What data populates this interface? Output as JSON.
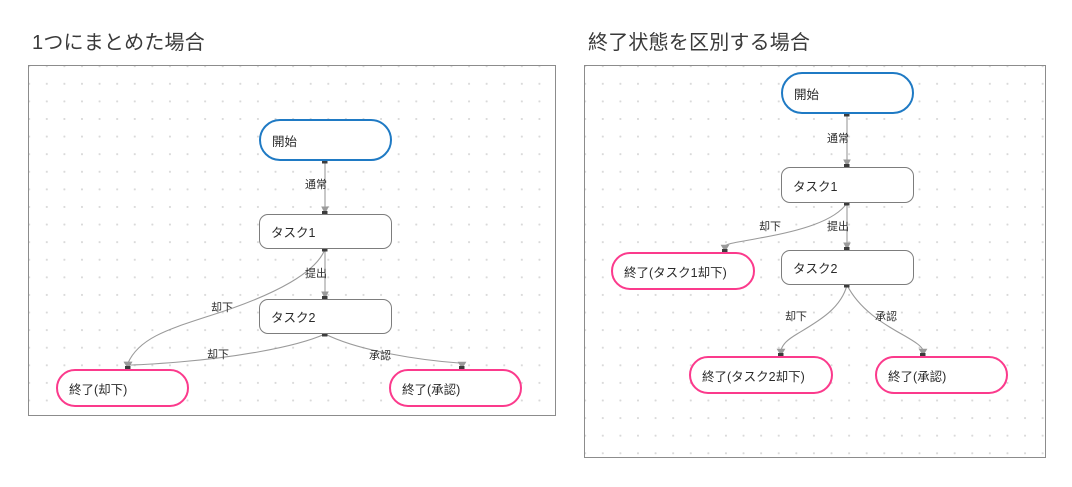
{
  "page": {
    "background": "#ffffff",
    "colors": {
      "start_border": "#1f7ac4",
      "task_border": "#7d7d7d",
      "end_border": "#fb3a8c",
      "edge_stroke": "#9a9a9a",
      "panel_border": "#8c8c8c",
      "grid_dot": "#d9d9d9",
      "text": "#2b2b2b",
      "title_text": "#3a3a3a"
    }
  },
  "panels": [
    {
      "id": "merged-end-state",
      "title": "1つにまとめた場合",
      "nodes": [
        {
          "key": "start",
          "type": "start",
          "label": "開始"
        },
        {
          "key": "task1",
          "type": "task",
          "label": "タスク1"
        },
        {
          "key": "task2",
          "type": "task",
          "label": "タスク2"
        },
        {
          "key": "end_reject",
          "type": "end",
          "label": "終了(却下)"
        },
        {
          "key": "end_approve",
          "type": "end",
          "label": "終了(承認)"
        }
      ],
      "edges": [
        {
          "from": "start",
          "to": "task1",
          "label": "通常"
        },
        {
          "from": "task1",
          "to": "task2",
          "label": "提出"
        },
        {
          "from": "task1",
          "to": "end_reject",
          "label": "却下"
        },
        {
          "from": "task2",
          "to": "end_reject",
          "label": "却下"
        },
        {
          "from": "task2",
          "to": "end_approve",
          "label": "承認"
        }
      ]
    },
    {
      "id": "distinct-end-states",
      "title": "終了状態を区別する場合",
      "nodes": [
        {
          "key": "start",
          "type": "start",
          "label": "開始"
        },
        {
          "key": "task1",
          "type": "task",
          "label": "タスク1"
        },
        {
          "key": "task2",
          "type": "task",
          "label": "タスク2"
        },
        {
          "key": "end_task1_reject",
          "type": "end",
          "label": "終了(タスク1却下)"
        },
        {
          "key": "end_task2_reject",
          "type": "end",
          "label": "終了(タスク2却下)"
        },
        {
          "key": "end_approve",
          "type": "end",
          "label": "終了(承認)"
        }
      ],
      "edges": [
        {
          "from": "start",
          "to": "task1",
          "label": "通常"
        },
        {
          "from": "task1",
          "to": "task2",
          "label": "提出"
        },
        {
          "from": "task1",
          "to": "end_task1_reject",
          "label": "却下"
        },
        {
          "from": "task2",
          "to": "end_task2_reject",
          "label": "却下"
        },
        {
          "from": "task2",
          "to": "end_approve",
          "label": "承認"
        }
      ]
    }
  ]
}
